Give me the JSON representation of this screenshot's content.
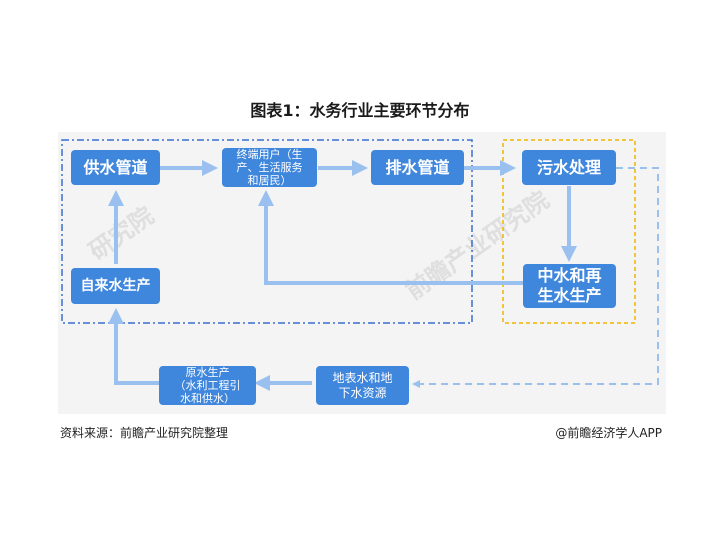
{
  "title": "图表1：水务行业主要环节分布",
  "nodes": {
    "water_supply_pipeline": "供水管道",
    "end_users": "终端用户（生\n产、生活服务\n和居民）",
    "drainage_pipeline": "排水管道",
    "sewage_treatment": "污水处理",
    "tap_water_production": "自来水生产",
    "reclaimed_water": "中水和再\n生水生产",
    "raw_water_production": "原水生产\n（水利工程引\n水和供水）",
    "water_resources": "地表水和地\n下水资源"
  },
  "source": "资料来源：前瞻产业研究院整理",
  "credit": "@前瞻经济学人APP",
  "watermarks": [
    "前瞻产业研究院",
    "研究院"
  ],
  "colors": {
    "node_fill": "#3f86dd",
    "arrow": "#99c0ef",
    "blue_dashed_border": "#3a6fcf",
    "orange_dashed_border": "#f0b400",
    "panel_bg": "#f4f4f4"
  }
}
